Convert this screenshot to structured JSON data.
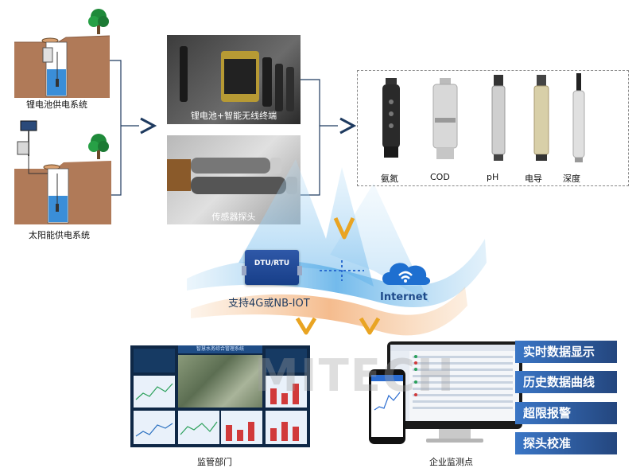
{
  "systems": {
    "lithium": "锂电池供电系统",
    "solar": "太阳能供电系统"
  },
  "devices": {
    "terminal_caption": "锂电池+智能无线终端",
    "probe_caption": "传感器探头"
  },
  "sensors": [
    {
      "name": "氨氮"
    },
    {
      "name": "COD"
    },
    {
      "name": "pH"
    },
    {
      "name": "电导"
    },
    {
      "name": "深度"
    }
  ],
  "network": {
    "dtu_label": "DTU/RTU",
    "support_text": "支持4G或NB-IOT",
    "internet_label": "Internet"
  },
  "monitoring": {
    "dashboard_title": "智慧水务综合管理系统",
    "supervision_caption": "监管部门",
    "enterprise_caption": "企业监测点"
  },
  "features": [
    "实时数据显示",
    "历史数据曲线",
    "超限报警",
    "探头校准"
  ],
  "watermark": "MITECH",
  "colors": {
    "accent_blue": "#1f6fd8",
    "ribbon_blue": "#3f7fcf",
    "ribbon_dark": "#24467e",
    "arrow_orange": "#f0a030",
    "arrow_dark": "#1e3a5f"
  }
}
